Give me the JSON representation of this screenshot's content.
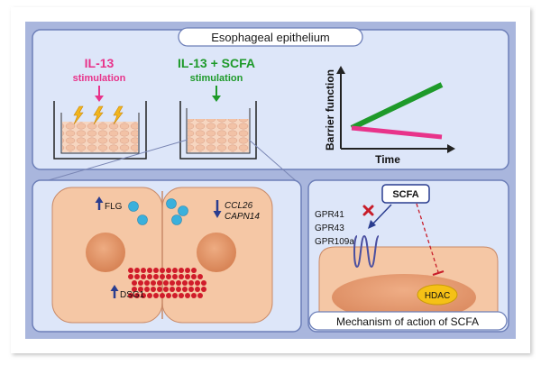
{
  "title": "Esophageal epithelium",
  "conditions": [
    {
      "label": "IL-13",
      "sublabel": "stimulation",
      "color": "#e8338a"
    },
    {
      "label": "IL-13 + SCFA",
      "sublabel": "stimulation",
      "color": "#1e9a2a"
    }
  ],
  "graph": {
    "ylabel": "Barrier function",
    "xlabel": "Time",
    "lines": [
      {
        "color": "#1e9a2a",
        "trend": "increasing"
      },
      {
        "color": "#e8338a",
        "trend": "decreasing"
      }
    ]
  },
  "cells": {
    "flg_label": "FLG",
    "dsg1_label": "DSG1",
    "gene1": "CCL26",
    "gene2": "CAPN14",
    "up_arrow_color": "#2a3d8f",
    "granule_color": "#3ab0dc",
    "desmosome_color": "#d01c2a"
  },
  "mechanism": {
    "scfa_label": "SCFA",
    "receptors": [
      "GPR41",
      "GPR43",
      "GPR109a"
    ],
    "hdac_label": "HDAC",
    "caption": "Mechanism of action of SCFA"
  },
  "colors": {
    "panel_bg": "#dde6f9",
    "frame_bg": "#a9b6dd",
    "cell_fill": "#f5c7a5",
    "nucleus_fill": "#e0956a",
    "hdac_fill": "#f5c116"
  }
}
